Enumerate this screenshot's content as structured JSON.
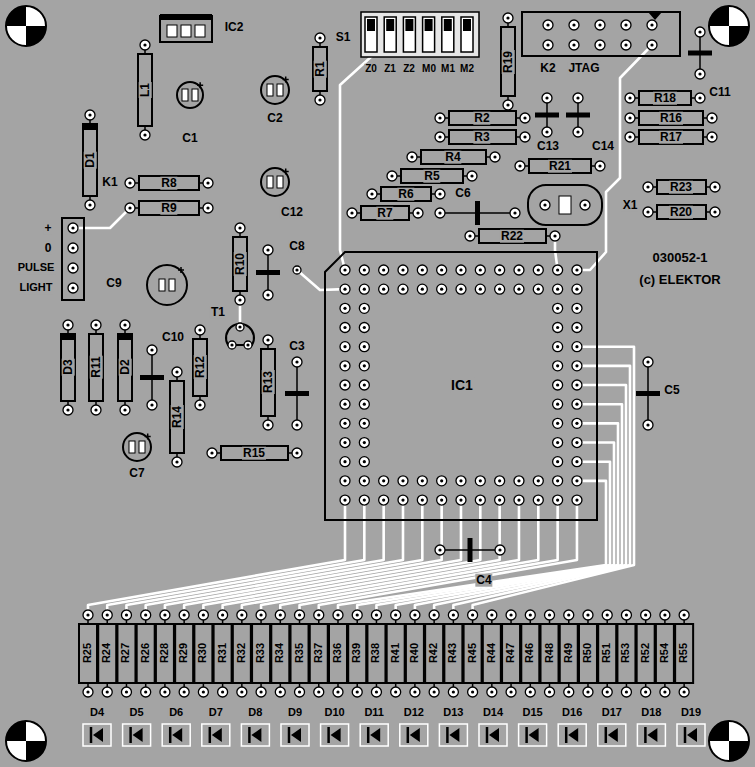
{
  "diagram": {
    "labels": [
      "IC2",
      "S1",
      "C2",
      "C1",
      "L1",
      "R1",
      "Z0",
      "Z1",
      "Z2",
      "M0",
      "M1",
      "M2",
      "R19",
      "K2",
      "JTAG",
      "C11",
      "C12",
      "R18",
      "R16",
      "R17",
      "R2",
      "R3",
      "R4",
      "R5",
      "C13",
      "C14",
      "R21",
      "R6",
      "R7",
      "C6",
      "X1",
      "R22",
      "R23",
      "R20",
      "D1",
      "K1",
      "R8",
      "R9",
      "+",
      "0",
      "PULSE",
      "LIGHT",
      "C9",
      "C8",
      "R10",
      "030052-1",
      "(c) ELEKTOR",
      "T1",
      "C10",
      "D3",
      "R11",
      "D2",
      "R12",
      "R13",
      "C3",
      "R14",
      "C5",
      "IC1",
      "C7",
      "R15",
      "C4",
      "R25",
      "R24",
      "R27",
      "R26",
      "R28",
      "R29",
      "R30",
      "R31",
      "R32",
      "R33",
      "R34",
      "R35",
      "R37",
      "R36",
      "R39",
      "R38",
      "R41",
      "R40",
      "R42",
      "R43",
      "R45",
      "R44",
      "R47",
      "R46",
      "R48",
      "R49",
      "R50",
      "R51",
      "R53",
      "R52",
      "R54",
      "R55",
      "D4",
      "D5",
      "D6",
      "D7",
      "D8",
      "D9",
      "D10",
      "D11",
      "D12",
      "D13",
      "D14",
      "D15",
      "D16",
      "D17",
      "D18",
      "D19"
    ]
  }
}
